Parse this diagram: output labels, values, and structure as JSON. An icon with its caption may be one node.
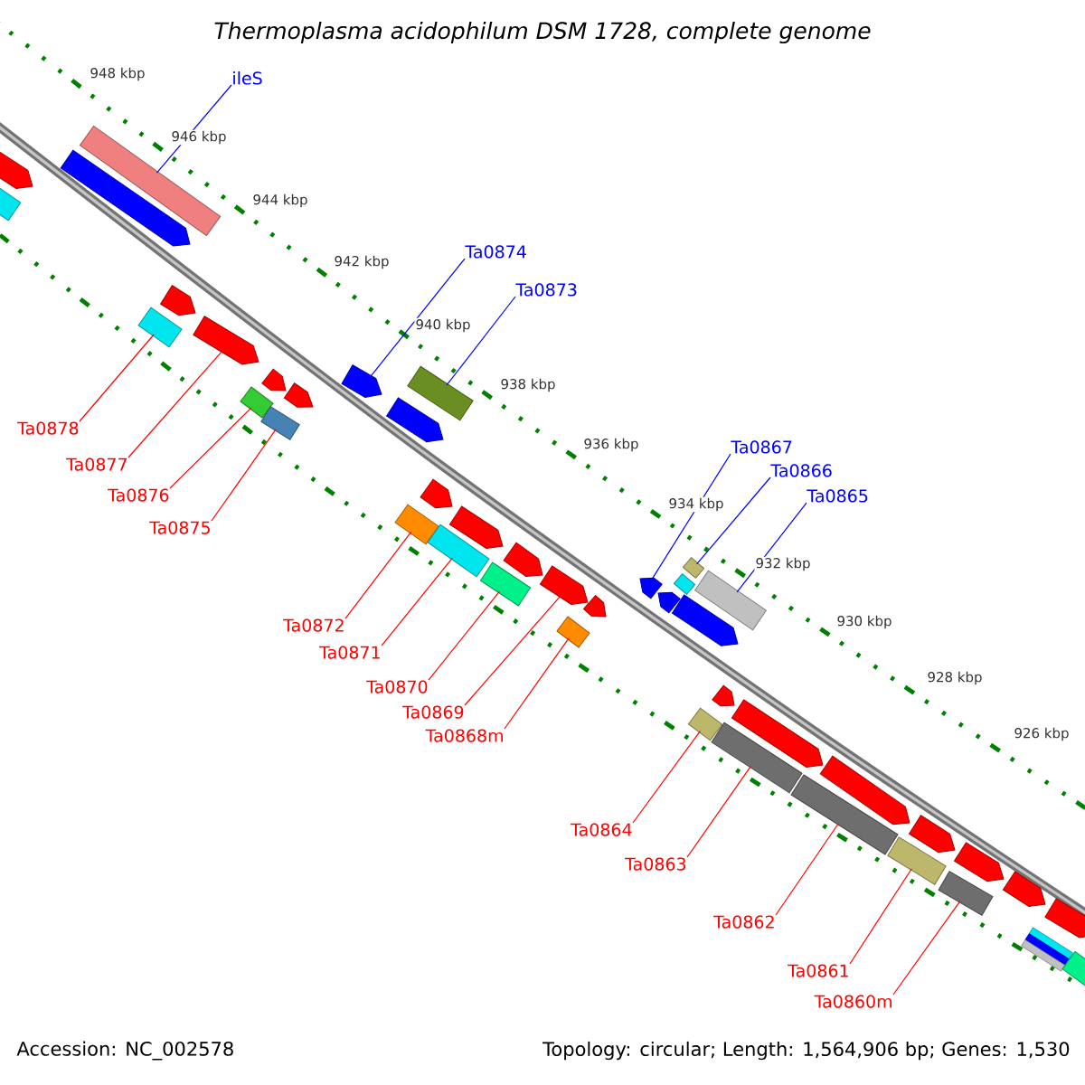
{
  "diagram": {
    "title": "Thermoplasma acidophilum DSM 1728, complete genome",
    "nodes": [
      {
        "text": [
          "ileS"
        ]
      },
      {
        "text": [
          "Ta0874"
        ]
      },
      {
        "text": [
          "Ta0873"
        ]
      },
      {
        "text": [
          "Ta0878"
        ]
      },
      {
        "text": [
          "Ta0877"
        ]
      },
      {
        "text": [
          "Ta0876"
        ]
      },
      {
        "text": [
          "Ta0875"
        ]
      },
      {
        "text": [
          "Ta0867"
        ]
      },
      {
        "text": [
          "Ta0866"
        ]
      },
      {
        "text": [
          "Ta0865"
        ]
      },
      {
        "text": [
          "Ta0872"
        ]
      },
      {
        "text": [
          "Ta0871"
        ]
      },
      {
        "text": [
          "Ta0870"
        ]
      },
      {
        "text": [
          "Ta0869"
        ]
      },
      {
        "text": [
          "Ta0868m"
        ]
      },
      {
        "text": [
          "Ta0864"
        ]
      },
      {
        "text": [
          "Ta0863"
        ]
      },
      {
        "text": [
          "Ta0862"
        ]
      },
      {
        "text": [
          "Ta0861"
        ]
      },
      {
        "text": [
          "Ta0860m"
        ]
      },
      {
        "text": [],
        "shape": "arrow"
      },
      {
        "text": [],
        "shape": "bar"
      },
      {
        "text": [],
        "shape": "arrow"
      },
      {
        "text": [],
        "shape": "bar"
      },
      {
        "text": [],
        "shape": "bar"
      },
      {
        "text": [],
        "shape": "arrow"
      },
      {
        "text": [],
        "shape": "arrow"
      },
      {
        "text": [],
        "shape": "bar"
      },
      {
        "text": [],
        "shape": "bar"
      },
      {
        "text": [],
        "shape": "arrow"
      },
      {
        "text": [],
        "shape": "arrow"
      },
      {
        "text": [],
        "shape": "arrow"
      },
      {
        "text": [],
        "shape": "arrow"
      },
      {
        "text": [],
        "shape": "bar"
      },
      {
        "text": [],
        "shape": "bar"
      },
      {
        "text": [],
        "shape": "arrow"
      },
      {
        "text": [],
        "shape": "bar"
      },
      {
        "text": [],
        "shape": "arrow"
      },
      {
        "text": [],
        "shape": "bar"
      },
      {
        "text": [],
        "shape": "arrow"
      },
      {
        "text": [],
        "shape": "arrow"
      },
      {
        "text": [],
        "shape": "bar"
      },
      {
        "text": [],
        "shape": "arrow"
      },
      {
        "text": [],
        "shape": "arrow"
      },
      {
        "text": [],
        "shape": "arrow"
      },
      {
        "text": [],
        "shape": "bar"
      },
      {
        "text": [],
        "shape": "arrow"
      },
      {
        "text": [],
        "shape": "bar"
      },
      {
        "text": [],
        "shape": "bar"
      },
      {
        "text": [],
        "shape": "bar"
      },
      {
        "text": [],
        "shape": "arrow"
      },
      {
        "text": [],
        "shape": "bar"
      },
      {
        "text": [],
        "shape": "arrow"
      },
      {
        "text": [],
        "shape": "bar"
      },
      {
        "text": [],
        "shape": "arrow"
      },
      {
        "text": [],
        "shape": "bar"
      },
      {
        "text": [],
        "shape": "arrow"
      },
      {
        "text": [],
        "shape": "bar"
      },
      {
        "text": [],
        "shape": "arrow"
      },
      {
        "text": [],
        "shape": "arrow"
      },
      {
        "text": [],
        "shape": "bar"
      },
      {
        "text": [],
        "shape": "arrow"
      },
      {
        "text": [],
        "shape": "bar"
      }
    ],
    "edges": [
      {
        "from": 0,
        "to": 23,
        "arrow": "none",
        "color": "#0000ff"
      },
      {
        "from": 1,
        "to": 31,
        "arrow": "none",
        "color": "#0000ff"
      },
      {
        "from": 2,
        "to": 34,
        "arrow": "none",
        "color": "#0000ff"
      },
      {
        "from": 3,
        "to": 24,
        "arrow": "none"
      },
      {
        "from": 4,
        "to": 26,
        "arrow": "none"
      },
      {
        "from": 5,
        "to": 27,
        "arrow": "none"
      },
      {
        "from": 6,
        "to": 28,
        "arrow": "none"
      },
      {
        "from": 7,
        "to": 43,
        "arrow": "none",
        "color": "#0000ff"
      },
      {
        "from": 8,
        "to": 47,
        "arrow": "none",
        "color": "#0000ff"
      },
      {
        "from": 9,
        "to": 49,
        "arrow": "none",
        "color": "#0000ff"
      },
      {
        "from": 10,
        "to": 33,
        "arrow": "none"
      },
      {
        "from": 11,
        "to": 36,
        "arrow": "none"
      },
      {
        "from": 12,
        "to": 38,
        "arrow": "none"
      },
      {
        "from": 13,
        "to": 40,
        "arrow": "none"
      },
      {
        "from": 14,
        "to": 41,
        "arrow": "none"
      },
      {
        "from": 15,
        "to": 48,
        "arrow": "none"
      },
      {
        "from": 16,
        "to": 51,
        "arrow": "none"
      },
      {
        "from": 17,
        "to": 53,
        "arrow": "none"
      },
      {
        "from": 18,
        "to": 55,
        "arrow": "none"
      },
      {
        "from": 19,
        "to": 57,
        "arrow": "none"
      }
    ],
    "labels": [
      "948 kbp",
      "946 kbp",
      "944 kbp",
      "942 kbp",
      "940 kbp",
      "938 kbp",
      "936 kbp",
      "934 kbp",
      "932 kbp",
      "930 kbp",
      "928 kbp",
      "926 kbp",
      "Accession: NC_002578",
      "Topology: circular; Length: 1,564,906 bp; Genes: 1,530"
    ]
  }
}
